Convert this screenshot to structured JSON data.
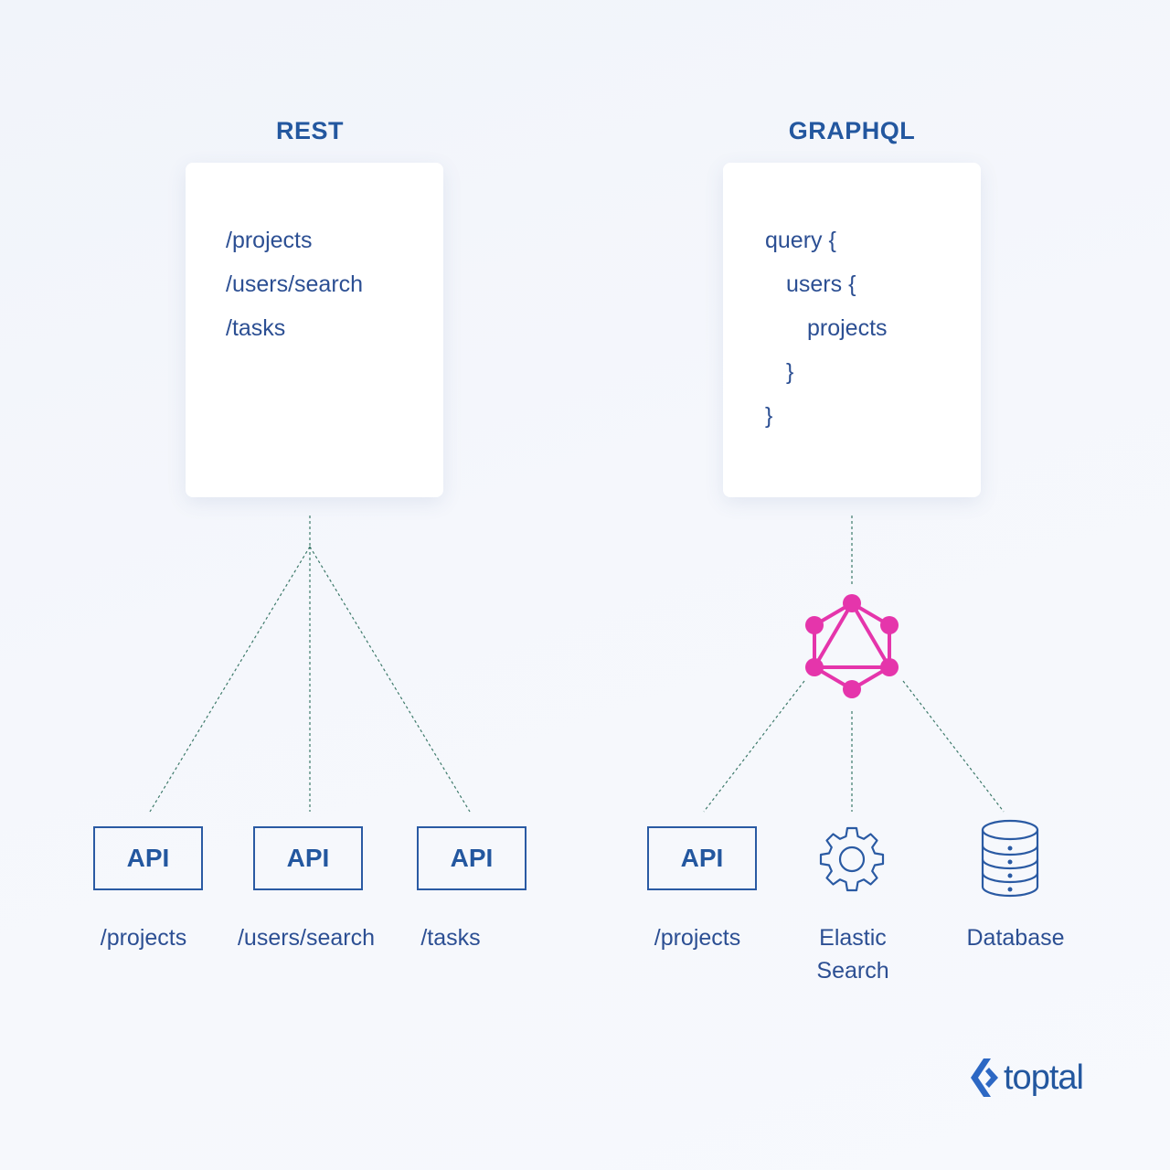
{
  "rest": {
    "title": "REST",
    "code_lines": [
      "/projects",
      "/users/search",
      "/tasks"
    ],
    "endpoints": [
      {
        "box_label": "API",
        "caption": "/projects"
      },
      {
        "box_label": "API",
        "caption": "/users/search"
      },
      {
        "box_label": "API",
        "caption": "/tasks"
      }
    ]
  },
  "graphql": {
    "title": "GRAPHQL",
    "code_lines": [
      "query {",
      "users {",
      "projects",
      "}",
      "}"
    ],
    "endpoints": [
      {
        "box_label": "API",
        "caption": "/projects"
      },
      {
        "icon": "gear-icon",
        "caption_line1": "Elastic",
        "caption_line2": "Search"
      },
      {
        "icon": "database-icon",
        "caption": "Database"
      }
    ]
  },
  "logo": {
    "text": "toptal",
    "icon": "toptal-mark-icon"
  },
  "colors": {
    "text_blue": "#2c4f93",
    "title_blue": "#23579f",
    "graphql_pink": "#e535ab",
    "wire_green": "#3d7a6a"
  }
}
